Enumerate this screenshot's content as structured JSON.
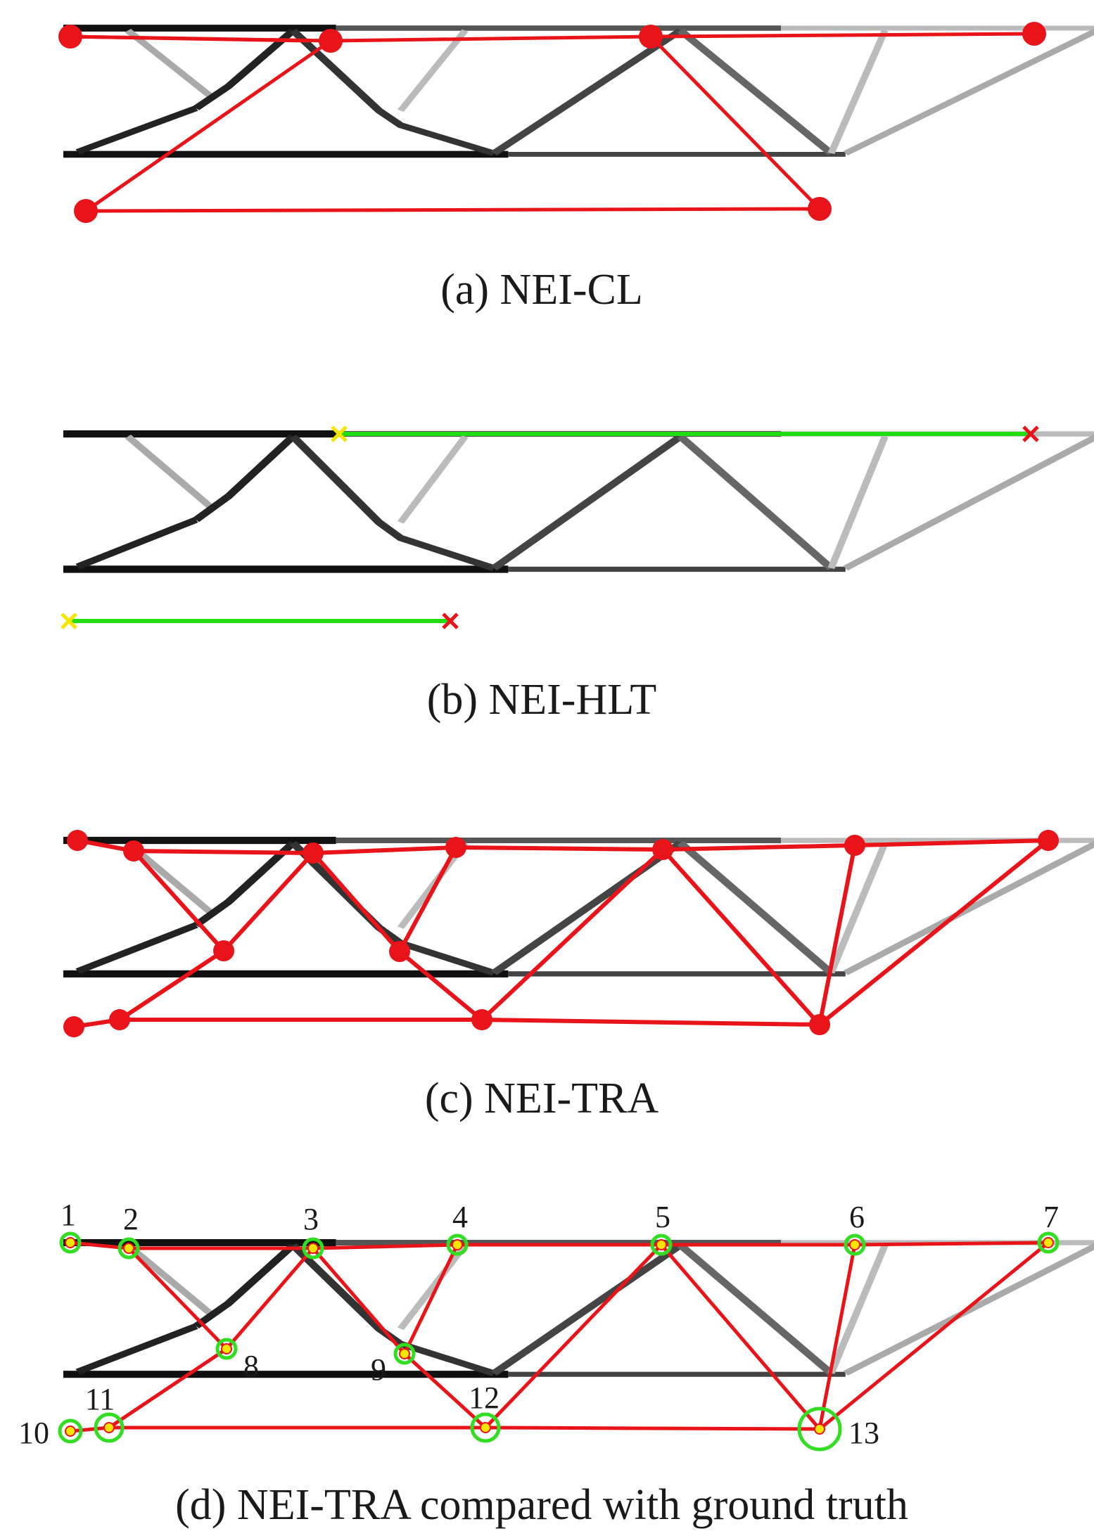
{
  "figure": {
    "panels": [
      {
        "id": "a",
        "caption": "(a) NEI-CL"
      },
      {
        "id": "b",
        "caption": "(b) NEI-HLT"
      },
      {
        "id": "c",
        "caption": "(c) NEI-TRA"
      },
      {
        "id": "d",
        "caption": "(d) NEI-TRA compared with ground truth",
        "node_labels": [
          "1",
          "2",
          "3",
          "4",
          "5",
          "6",
          "7",
          "8",
          "9",
          "10",
          "11",
          "12",
          "13"
        ]
      }
    ],
    "colors": {
      "detected_line": "#e8141a",
      "hough_line": "#22dd11",
      "ground_truth_ring": "#33dd22",
      "node_fill": "#f5e600",
      "start_marker": "#f5e600",
      "end_marker": "#e8141a"
    }
  }
}
